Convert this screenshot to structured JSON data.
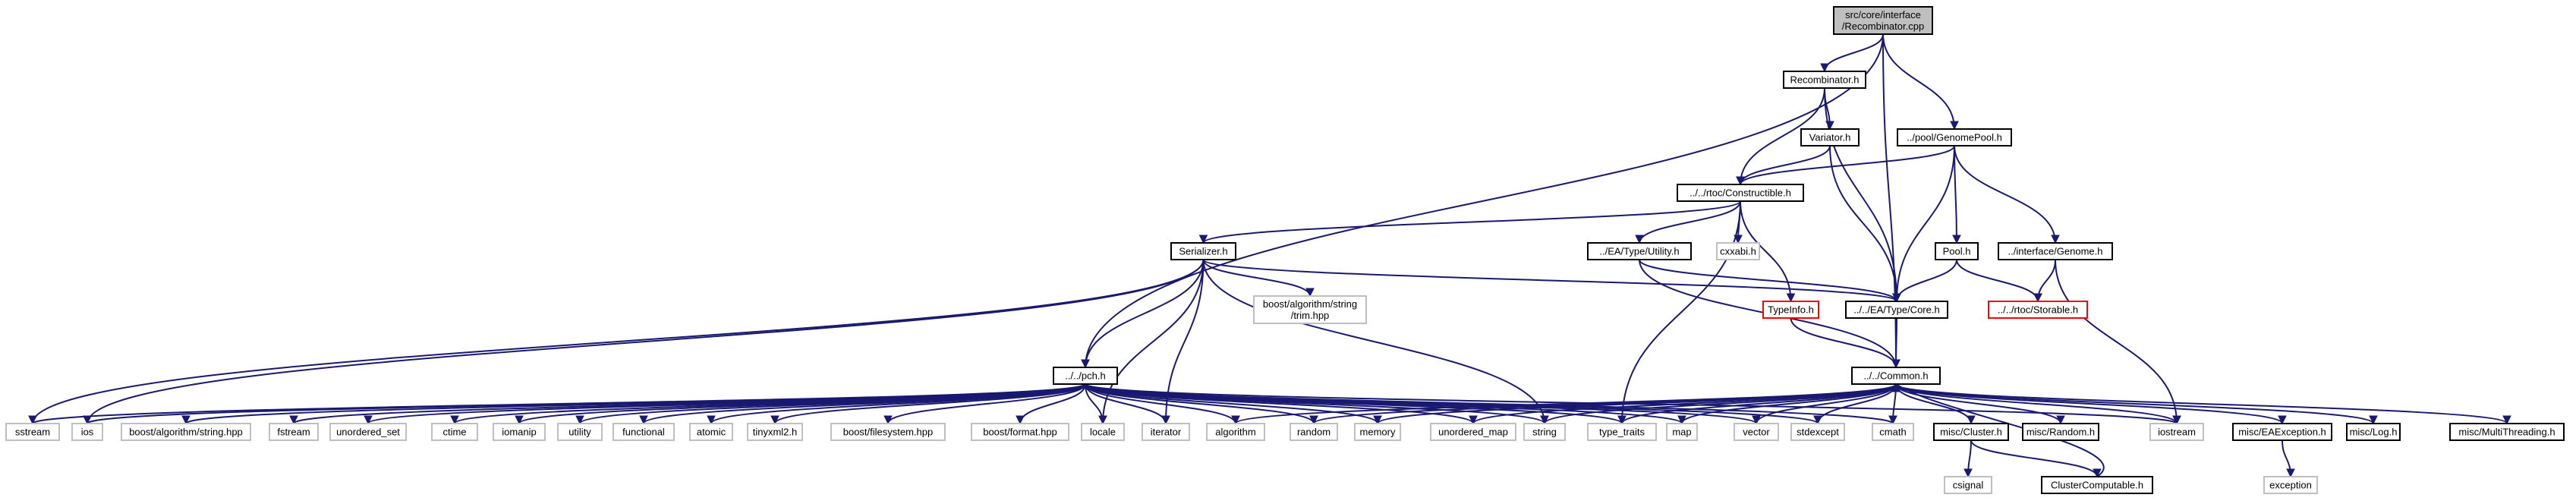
{
  "graph": {
    "nodes": [
      {
        "id": "root",
        "lines": [
          "src/core/interface",
          "/Recombinator.cpp"
        ],
        "kind": "root"
      },
      {
        "id": "recomb_h",
        "lines": [
          "Recombinator.h"
        ],
        "kind": "int"
      },
      {
        "id": "genomepool",
        "lines": [
          "../pool/GenomePool.h"
        ],
        "kind": "int"
      },
      {
        "id": "variator",
        "lines": [
          "Variator.h"
        ],
        "kind": "int"
      },
      {
        "id": "constructible",
        "lines": [
          "../../rtoc/Constructible.h"
        ],
        "kind": "int"
      },
      {
        "id": "serializer",
        "lines": [
          "Serializer.h"
        ],
        "kind": "int"
      },
      {
        "id": "utility_h",
        "lines": [
          "../EA/Type/Utility.h"
        ],
        "kind": "int"
      },
      {
        "id": "cxxabi",
        "lines": [
          "cxxabi.h"
        ],
        "kind": "ext"
      },
      {
        "id": "pool_h",
        "lines": [
          "Pool.h"
        ],
        "kind": "int"
      },
      {
        "id": "genome_h",
        "lines": [
          "../interface/Genome.h"
        ],
        "kind": "int"
      },
      {
        "id": "trim",
        "lines": [
          "boost/algorithm/string",
          "/trim.hpp"
        ],
        "kind": "ext"
      },
      {
        "id": "typeinfo",
        "lines": [
          "TypeInfo.h"
        ],
        "kind": "red"
      },
      {
        "id": "core_h",
        "lines": [
          "../../EA/Type/Core.h"
        ],
        "kind": "int"
      },
      {
        "id": "storable",
        "lines": [
          "../../rtoc/Storable.h"
        ],
        "kind": "red"
      },
      {
        "id": "pch",
        "lines": [
          "../../pch.h"
        ],
        "kind": "int"
      },
      {
        "id": "common",
        "lines": [
          "../../Common.h"
        ],
        "kind": "int"
      },
      {
        "id": "sstream",
        "lines": [
          "sstream"
        ],
        "kind": "ext"
      },
      {
        "id": "ios",
        "lines": [
          "ios"
        ],
        "kind": "ext"
      },
      {
        "id": "boost_string",
        "lines": [
          "boost/algorithm/string.hpp"
        ],
        "kind": "ext"
      },
      {
        "id": "fstream",
        "lines": [
          "fstream"
        ],
        "kind": "ext"
      },
      {
        "id": "unordered_set",
        "lines": [
          "unordered_set"
        ],
        "kind": "ext"
      },
      {
        "id": "ctime",
        "lines": [
          "ctime"
        ],
        "kind": "ext"
      },
      {
        "id": "iomanip",
        "lines": [
          "iomanip"
        ],
        "kind": "ext"
      },
      {
        "id": "utility",
        "lines": [
          "utility"
        ],
        "kind": "ext"
      },
      {
        "id": "functional",
        "lines": [
          "functional"
        ],
        "kind": "ext"
      },
      {
        "id": "atomic",
        "lines": [
          "atomic"
        ],
        "kind": "ext"
      },
      {
        "id": "tinyxml2",
        "lines": [
          "tinyxml2.h"
        ],
        "kind": "ext"
      },
      {
        "id": "boost_fs",
        "lines": [
          "boost/filesystem.hpp"
        ],
        "kind": "ext"
      },
      {
        "id": "boost_format",
        "lines": [
          "boost/format.hpp"
        ],
        "kind": "ext"
      },
      {
        "id": "locale",
        "lines": [
          "locale"
        ],
        "kind": "ext"
      },
      {
        "id": "iterator",
        "lines": [
          "iterator"
        ],
        "kind": "ext"
      },
      {
        "id": "algorithm",
        "lines": [
          "algorithm"
        ],
        "kind": "ext"
      },
      {
        "id": "random",
        "lines": [
          "random"
        ],
        "kind": "ext"
      },
      {
        "id": "memory",
        "lines": [
          "memory"
        ],
        "kind": "ext"
      },
      {
        "id": "unordered_map",
        "lines": [
          "unordered_map"
        ],
        "kind": "ext"
      },
      {
        "id": "string",
        "lines": [
          "string"
        ],
        "kind": "ext"
      },
      {
        "id": "type_traits",
        "lines": [
          "type_traits"
        ],
        "kind": "ext"
      },
      {
        "id": "map",
        "lines": [
          "map"
        ],
        "kind": "ext"
      },
      {
        "id": "vector",
        "lines": [
          "vector"
        ],
        "kind": "ext"
      },
      {
        "id": "stdexcept",
        "lines": [
          "stdexcept"
        ],
        "kind": "ext"
      },
      {
        "id": "cmath",
        "lines": [
          "cmath"
        ],
        "kind": "ext"
      },
      {
        "id": "cluster",
        "lines": [
          "misc/Cluster.h"
        ],
        "kind": "int"
      },
      {
        "id": "misc_random",
        "lines": [
          "misc/Random.h"
        ],
        "kind": "int"
      },
      {
        "id": "iostream",
        "lines": [
          "iostream"
        ],
        "kind": "ext"
      },
      {
        "id": "eaexception",
        "lines": [
          "misc/EAException.h"
        ],
        "kind": "int"
      },
      {
        "id": "log",
        "lines": [
          "misc/Log.h"
        ],
        "kind": "int"
      },
      {
        "id": "multithreading",
        "lines": [
          "misc/MultiThreading.h"
        ],
        "kind": "int"
      },
      {
        "id": "csignal",
        "lines": [
          "csignal"
        ],
        "kind": "ext"
      },
      {
        "id": "clustercomp",
        "lines": [
          "ClusterComputable.h"
        ],
        "kind": "int"
      },
      {
        "id": "exception",
        "lines": [
          "exception"
        ],
        "kind": "ext"
      }
    ],
    "edges": [
      [
        "root",
        "recomb_h"
      ],
      [
        "root",
        "genomepool"
      ],
      [
        "root",
        "pch"
      ],
      [
        "root",
        "common"
      ],
      [
        "recomb_h",
        "variator"
      ],
      [
        "recomb_h",
        "constructible"
      ],
      [
        "recomb_h",
        "core_h"
      ],
      [
        "variator",
        "constructible"
      ],
      [
        "variator",
        "core_h"
      ],
      [
        "genomepool",
        "constructible"
      ],
      [
        "genomepool",
        "core_h"
      ],
      [
        "genomepool",
        "pool_h"
      ],
      [
        "genomepool",
        "genome_h"
      ],
      [
        "constructible",
        "serializer"
      ],
      [
        "constructible",
        "utility_h"
      ],
      [
        "constructible",
        "cxxabi"
      ],
      [
        "constructible",
        "typeinfo"
      ],
      [
        "constructible",
        "type_traits"
      ],
      [
        "serializer",
        "trim"
      ],
      [
        "serializer",
        "core_h"
      ],
      [
        "serializer",
        "sstream"
      ],
      [
        "serializer",
        "ios"
      ],
      [
        "serializer",
        "locale"
      ],
      [
        "serializer",
        "iterator"
      ],
      [
        "serializer",
        "string"
      ],
      [
        "serializer",
        "pch"
      ],
      [
        "utility_h",
        "core_h"
      ],
      [
        "utility_h",
        "common"
      ],
      [
        "typeinfo",
        "common"
      ],
      [
        "core_h",
        "common"
      ],
      [
        "pool_h",
        "core_h"
      ],
      [
        "pool_h",
        "storable"
      ],
      [
        "genome_h",
        "storable"
      ],
      [
        "genome_h",
        "iostream"
      ],
      [
        "pch",
        "sstream"
      ],
      [
        "pch",
        "ios"
      ],
      [
        "pch",
        "boost_string"
      ],
      [
        "pch",
        "fstream"
      ],
      [
        "pch",
        "unordered_set"
      ],
      [
        "pch",
        "ctime"
      ],
      [
        "pch",
        "iomanip"
      ],
      [
        "pch",
        "utility"
      ],
      [
        "pch",
        "functional"
      ],
      [
        "pch",
        "atomic"
      ],
      [
        "pch",
        "tinyxml2"
      ],
      [
        "pch",
        "boost_fs"
      ],
      [
        "pch",
        "boost_format"
      ],
      [
        "pch",
        "locale"
      ],
      [
        "pch",
        "iterator"
      ],
      [
        "pch",
        "algorithm"
      ],
      [
        "pch",
        "random"
      ],
      [
        "pch",
        "memory"
      ],
      [
        "pch",
        "unordered_map"
      ],
      [
        "pch",
        "string"
      ],
      [
        "pch",
        "type_traits"
      ],
      [
        "pch",
        "map"
      ],
      [
        "pch",
        "vector"
      ],
      [
        "pch",
        "stdexcept"
      ],
      [
        "pch",
        "cmath"
      ],
      [
        "pch",
        "iostream"
      ],
      [
        "common",
        "algorithm"
      ],
      [
        "common",
        "random"
      ],
      [
        "common",
        "memory"
      ],
      [
        "common",
        "unordered_map"
      ],
      [
        "common",
        "string"
      ],
      [
        "common",
        "type_traits"
      ],
      [
        "common",
        "map"
      ],
      [
        "common",
        "vector"
      ],
      [
        "common",
        "stdexcept"
      ],
      [
        "common",
        "cmath"
      ],
      [
        "common",
        "cluster"
      ],
      [
        "common",
        "misc_random"
      ],
      [
        "common",
        "iostream"
      ],
      [
        "common",
        "eaexception"
      ],
      [
        "common",
        "log"
      ],
      [
        "common",
        "multithreading"
      ],
      [
        "cluster",
        "csignal"
      ],
      [
        "cluster",
        "clustercomp"
      ],
      [
        "clustercomp",
        "common"
      ],
      [
        "eaexception",
        "exception"
      ]
    ]
  }
}
